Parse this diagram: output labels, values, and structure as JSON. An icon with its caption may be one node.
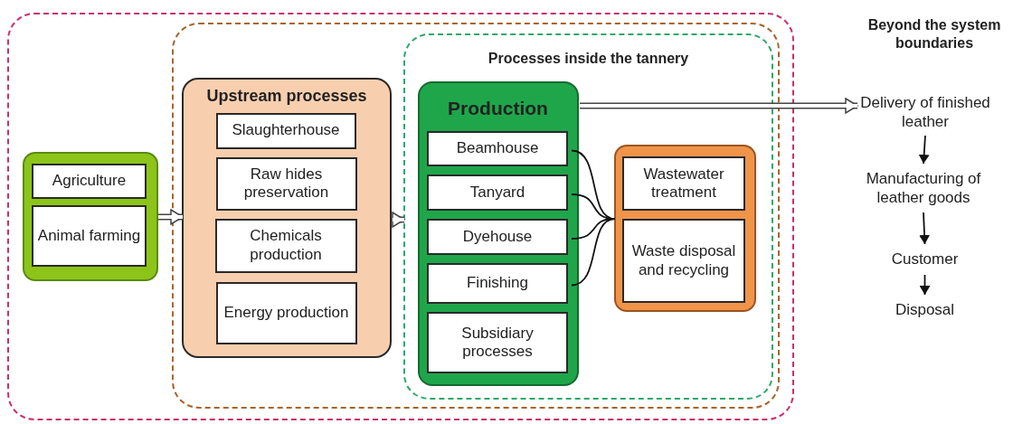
{
  "diagram": {
    "nodes": [
      {
        "text": [],
        "shape": "box"
      },
      {
        "text": [],
        "shape": "box",
        "in": 0
      },
      {
        "text": [],
        "shape": "box",
        "in": 0
      },
      {
        "text": [
          "Agriculture"
        ],
        "in": 2
      },
      {
        "text": [
          "Animal farming"
        ],
        "in": 2
      },
      {
        "text": [
          "Upstream processes"
        ],
        "in": 1
      },
      {
        "text": [
          "Slaughterhouse"
        ],
        "in": 5
      },
      {
        "text": [
          "Raw hides preservation"
        ],
        "in": 5
      },
      {
        "text": [
          "Chemicals production"
        ],
        "in": 5
      },
      {
        "text": [
          "Energy production"
        ],
        "in": 5
      },
      {
        "text": [
          "Processes inside the tannery"
        ],
        "in": 1
      },
      {
        "text": [
          "Production"
        ],
        "in": 10
      },
      {
        "text": [
          "Beamhouse"
        ],
        "in": 11
      },
      {
        "text": [
          "Tanyard"
        ],
        "in": 11
      },
      {
        "text": [
          "Dyehouse"
        ],
        "in": 11
      },
      {
        "text": [
          "Finishing"
        ],
        "in": 11
      },
      {
        "text": [
          "Subsidiary processes"
        ],
        "in": 11
      },
      {
        "text": [],
        "shape": "box",
        "in": 10
      },
      {
        "text": [
          "Wastewater treatment"
        ],
        "in": 17
      },
      {
        "text": [
          "Waste disposal and recycling"
        ],
        "in": 17
      },
      {
        "text": [
          "Delivery of finished leather"
        ]
      },
      {
        "text": [
          "Manufacturing of leather goods"
        ]
      },
      {
        "text": [
          "Customer"
        ]
      },
      {
        "text": [
          "Disposal"
        ]
      }
    ],
    "edges": [
      {
        "from": 2,
        "to": 5,
        "arrow": "to",
        "style": "thick"
      },
      {
        "from": 5,
        "to": 10,
        "arrow": "to",
        "style": "thick"
      },
      {
        "from": 11,
        "to": 20,
        "arrow": "to",
        "style": "thick"
      },
      {
        "from": 12,
        "to": 17,
        "arrow": "none"
      },
      {
        "from": 13,
        "to": 17,
        "arrow": "none"
      },
      {
        "from": 14,
        "to": 17,
        "arrow": "none"
      },
      {
        "from": 15,
        "to": 17,
        "arrow": "none"
      },
      {
        "from": 20,
        "to": 21,
        "arrow": "to"
      },
      {
        "from": 21,
        "to": 22,
        "arrow": "to"
      },
      {
        "from": 22,
        "to": 23,
        "arrow": "to"
      }
    ],
    "labels": [
      "Beyond the system boundaries"
    ]
  }
}
